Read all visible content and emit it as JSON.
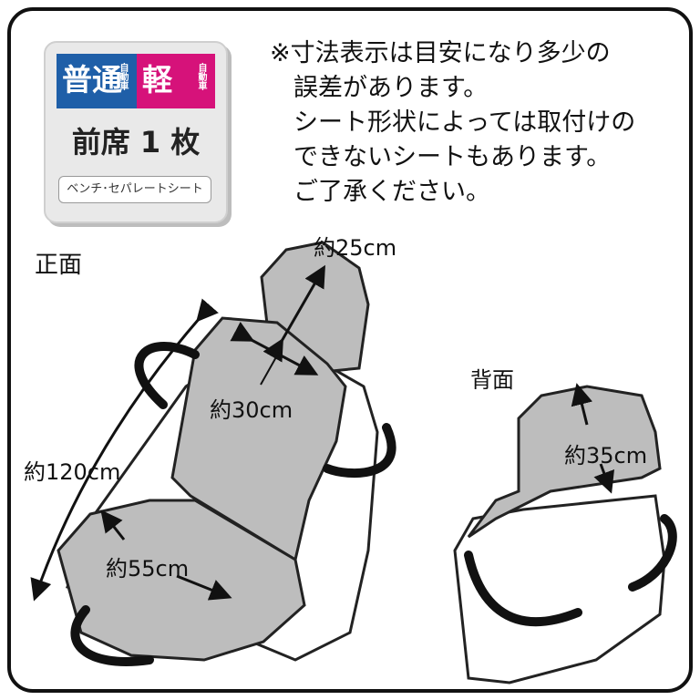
{
  "badge": {
    "chip_a_main": "普通",
    "chip_a_small": "自動車",
    "chip_b_main": "軽",
    "chip_b_small": "自動車",
    "line": "前席 1 枚",
    "sub": "ベンチ･セパレートシート"
  },
  "note": {
    "line1": "※寸法表示は目安になり多少の",
    "line2": "誤差があります。",
    "line3": "シート形状によっては取付けの",
    "line4": "できないシートもあります。",
    "line5": "ご了承ください。"
  },
  "views": {
    "front": "正面",
    "back": "背面"
  },
  "dimensions": {
    "headrest_width": "約25cm",
    "backrest_width": "約30cm",
    "total_length": "約120cm",
    "seat_width": "約55cm",
    "back_height": "約35cm"
  },
  "colors": {
    "cover": "#bdbdbd",
    "chip_a": "#1f5fa8",
    "chip_b": "#d6127a"
  }
}
